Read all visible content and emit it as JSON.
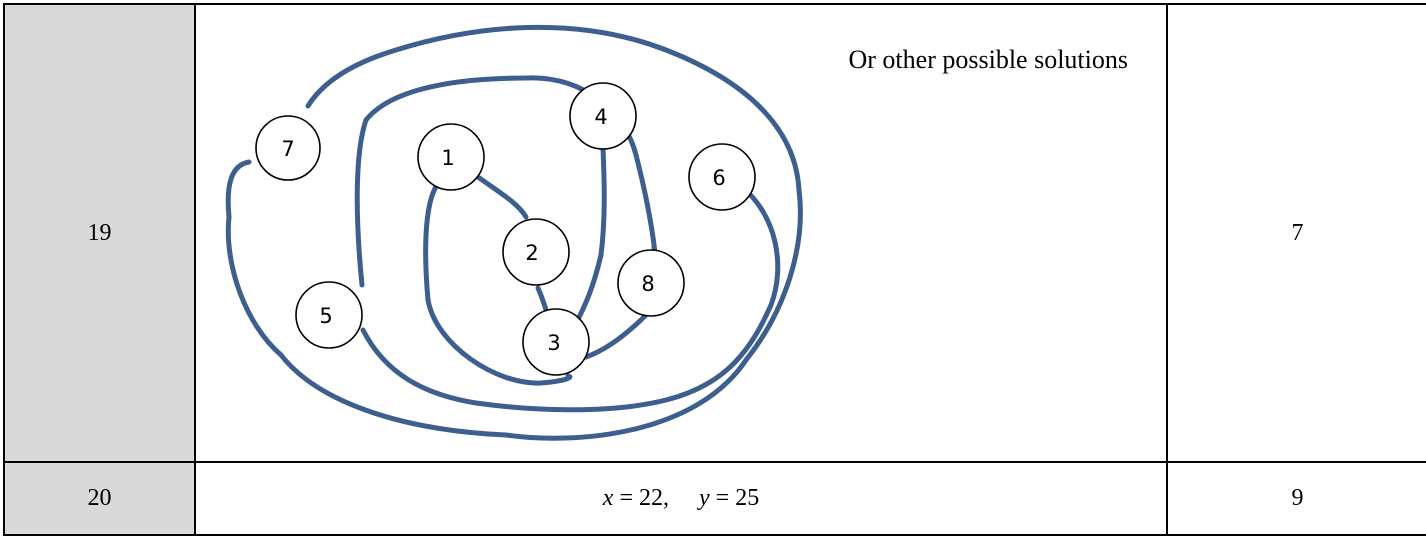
{
  "rows": [
    {
      "number": "19",
      "note": "Or other possible solutions",
      "score": "7",
      "nodes": [
        "1",
        "2",
        "3",
        "4",
        "5",
        "6",
        "7",
        "8"
      ]
    },
    {
      "number": "20",
      "answer": {
        "x_var": "x",
        "x_value": "= 22,",
        "y_var": "y",
        "y_value": "= 25"
      },
      "score": "9"
    }
  ],
  "colors": {
    "curve": "#3d5f8e",
    "number_column": "#d9d9d9",
    "border": "#000000"
  }
}
